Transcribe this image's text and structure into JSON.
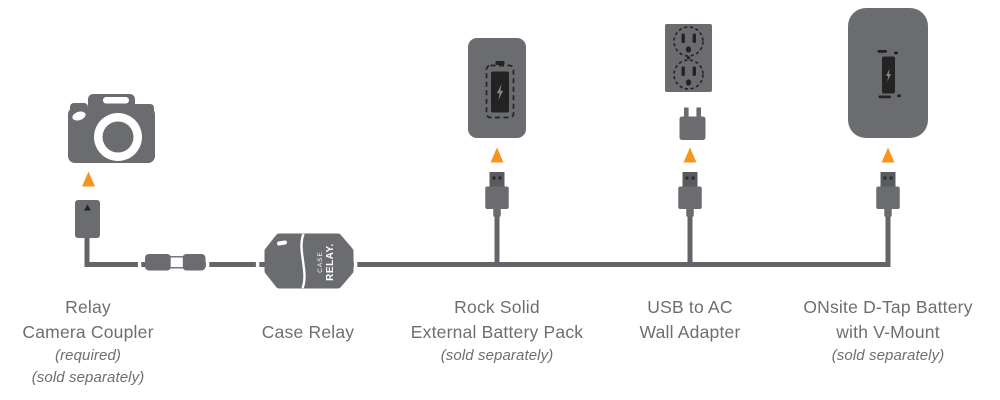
{
  "colors": {
    "accent_orange": "#f7941d",
    "device_gray": "#6a6c6f",
    "usb_metal_gray": "#595b5e",
    "cable_gray": "#636568",
    "label_gray": "#6d6e71",
    "detail_dark": "#232323",
    "detail_white": "#ffffff"
  },
  "icons": {
    "camera": "camera-icon",
    "coupler": "battery-coupler-icon",
    "arrow": "up-arrow-icon",
    "barrel": "barrel-connector-icon",
    "case_relay": "case-relay-device-icon",
    "battery_pack": "external-battery-pack-icon",
    "usb": "usb-plug-icon",
    "outlet": "wall-outlet-icon",
    "adapter": "usb-ac-adapter-icon",
    "dtap": "dtap-battery-icon"
  },
  "case_relay_device": {
    "brand_line1": "CASE",
    "brand_line2": "RELAY."
  },
  "labels": {
    "camera_coupler": {
      "line1": "Relay",
      "line2": "Camera Coupler",
      "notes": [
        "(required)",
        "(sold separately)"
      ]
    },
    "case_relay": {
      "line1": "Case Relay"
    },
    "battery_pack": {
      "line1": "Rock Solid",
      "line2": "External Battery Pack",
      "notes": [
        "(sold separately)"
      ]
    },
    "wall_adapter": {
      "line1": "USB to AC",
      "line2": "Wall Adapter"
    },
    "dtap_battery": {
      "line1": "ONsite D-Tap Battery",
      "line2": "with V-Mount",
      "notes": [
        "(sold separately)"
      ]
    }
  }
}
